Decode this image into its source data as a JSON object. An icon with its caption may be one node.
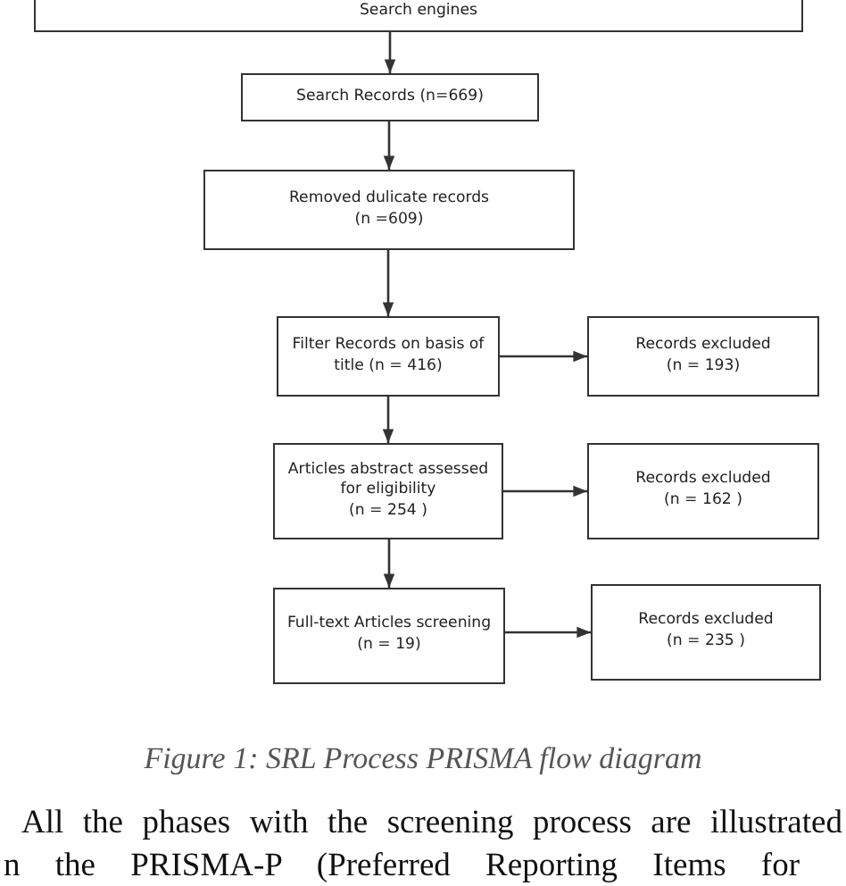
{
  "diagram": {
    "caption": "Figure 1: SRL Process PRISMA flow diagram",
    "nodes": [
      {
        "text": [
          "Search engines"
        ]
      },
      {
        "text": [
          "Search Records (n=669)"
        ]
      },
      {
        "text": [
          "Removed dulicate records",
          "(n =609)"
        ]
      },
      {
        "text": [
          "Filter Records on basis of title (n = 416)"
        ]
      },
      {
        "text": [
          "Records excluded",
          "(n = 193)"
        ]
      },
      {
        "text": [
          "Articles abstract assessed for eligibility",
          "(n = 254 )"
        ]
      },
      {
        "text": [
          "Records excluded",
          "(n = 162 )"
        ]
      },
      {
        "text": [
          "Full-text Articles screening",
          "(n = 19)"
        ]
      },
      {
        "text": [
          "Records excluded",
          "(n = 235 )"
        ]
      }
    ],
    "edges": [
      {
        "from": 0,
        "to": 1,
        "arrow": "to"
      },
      {
        "from": 1,
        "to": 2,
        "arrow": "to"
      },
      {
        "from": 2,
        "to": 3,
        "arrow": "to"
      },
      {
        "from": 3,
        "to": 4,
        "arrow": "to"
      },
      {
        "from": 3,
        "to": 5,
        "arrow": "to"
      },
      {
        "from": 5,
        "to": 6,
        "arrow": "to"
      },
      {
        "from": 5,
        "to": 7,
        "arrow": "to"
      },
      {
        "from": 7,
        "to": 8,
        "arrow": "to"
      }
    ],
    "labels": [
      "All the phases with the screening process are illustrated",
      "n the PRISMA-P (Preferred Reporting Items for"
    ]
  }
}
